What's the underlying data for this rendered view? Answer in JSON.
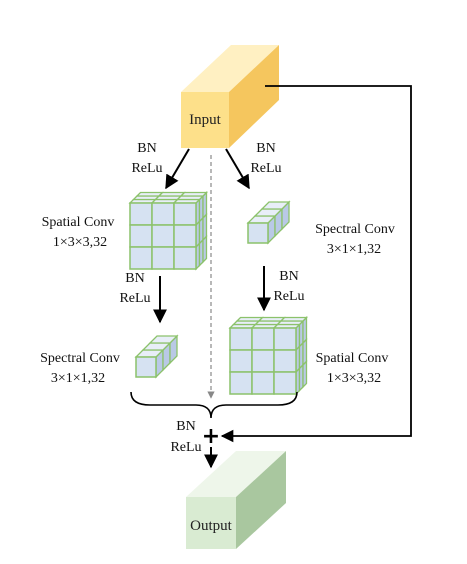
{
  "colors": {
    "input_front": "#fde08a",
    "input_top": "#fff0c2",
    "input_side": "#f5c65e",
    "output_front": "#d9ebd2",
    "output_top": "#eef6ea",
    "output_side": "#a9c79f",
    "cube_fill": "#d6e2f2",
    "cube_top": "#e8eef8",
    "cube_side": "#b9c9e6",
    "cube_edge": "#8cc26b",
    "line": "#000000",
    "dashed": "#888888"
  },
  "nodes": {
    "input": {
      "label": "Input",
      "icon": "yellow-block"
    },
    "output": {
      "label": "Output",
      "icon": "green-block"
    }
  },
  "branch_left": {
    "act1": [
      "BN",
      "ReLu"
    ],
    "spatial": [
      "Spatial Conv",
      "1×3×3,32"
    ],
    "act2": [
      "BN",
      "ReLu"
    ],
    "spectral": [
      "Spectral Conv",
      "3×1×1,32"
    ]
  },
  "branch_right": {
    "act1": [
      "BN",
      "ReLu"
    ],
    "spectral": [
      "Spectral Conv",
      "3×1×1,32"
    ],
    "act2": [
      "BN",
      "ReLu"
    ],
    "spatial": [
      "Spatial Conv",
      "1×3×3,32"
    ]
  },
  "merge": {
    "act": [
      "BN",
      "ReLu"
    ],
    "symbol": "+"
  }
}
